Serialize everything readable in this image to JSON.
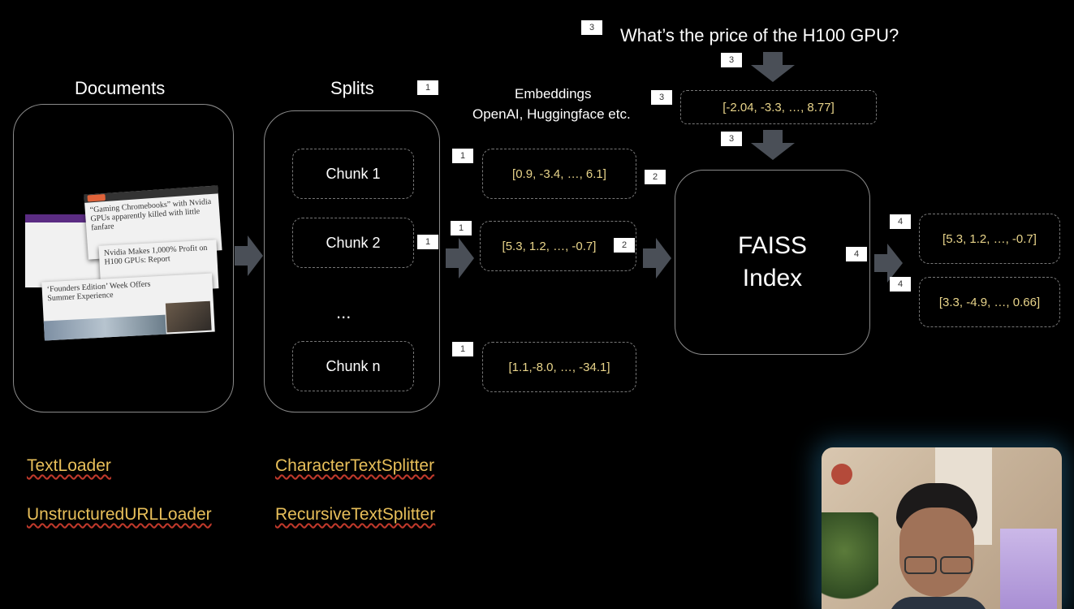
{
  "question": "What’s the price of the H100 GPU?",
  "documents": {
    "title": "Documents",
    "clippings": [
      "“Gaming Chromebooks” with Nvidia GPUs apparently killed with little fanfare",
      "Nvidia Makes 1,000% Profit on H100 GPUs: Report",
      "‘Founders Edition’ Week Offers Summer Experience"
    ]
  },
  "splits": {
    "title": "Splits",
    "chunks": [
      "Chunk 1",
      "Chunk 2",
      "...",
      "Chunk n"
    ]
  },
  "embeddings": {
    "title": "Embeddings",
    "subtitle": "OpenAI, Huggingface etc.",
    "vectors": [
      "[0.9, -3.4, …, 6.1]",
      "[5.3, 1.2, …, -0.7]",
      "[1.1,-8.0, …, -34.1]"
    ]
  },
  "query_vector": "[-2.04, -3.3, …, 8.77]",
  "faiss": {
    "line1": "FAISS",
    "line2": "Index"
  },
  "results": [
    "[5.3, 1.2, …, -0.7]",
    "[3.3, -4.9, …, 0.66]"
  ],
  "loaders": [
    "TextLoader",
    "UnstructuredURLLoader"
  ],
  "splitters": [
    "CharacterTextSplitter",
    "RecursiveTextSplitter"
  ],
  "step_tags": {
    "question": "3",
    "q_arrow1": "3",
    "q_vec": "3",
    "q_arrow2": "3",
    "splits": "1",
    "split_arrow": "1",
    "emb1": "1",
    "emb2": "1",
    "emb3": "1",
    "faiss_in1": "2",
    "faiss_in2": "2",
    "faiss_out": "4",
    "res1": "4",
    "res2": "4"
  },
  "colors": {
    "vector_text": "#e8d48a",
    "link_text": "#e8bf5a",
    "arrow": "#4a4f57"
  }
}
